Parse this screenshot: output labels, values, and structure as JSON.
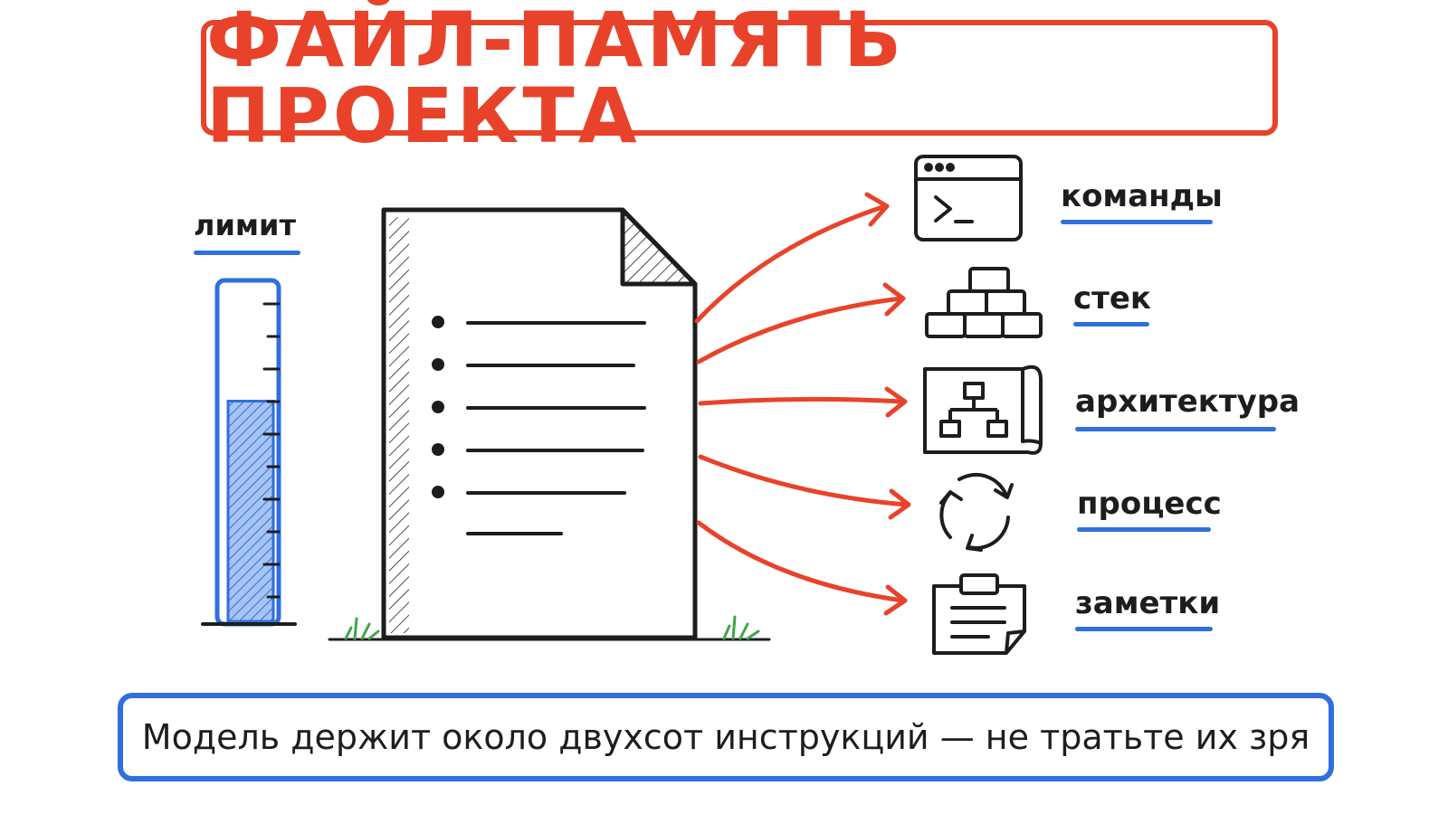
{
  "title": "ФАЙЛ-ПАМЯТЬ ПРОЕКТА",
  "limit_label": "лимит",
  "gauge_fill_fraction": 0.66,
  "items": [
    {
      "label": "команды",
      "icon": "terminal-icon"
    },
    {
      "label": "стек",
      "icon": "bricks-stack-icon"
    },
    {
      "label": "архитектура",
      "icon": "blueprint-icon"
    },
    {
      "label": "процесс",
      "icon": "cycle-icon"
    },
    {
      "label": "заметки",
      "icon": "clipboard-icon"
    }
  ],
  "caption": "Модель держит около двухсот инструкций — не тратьте их зря",
  "colors": {
    "accent_red": "#e8432a",
    "accent_blue": "#2f6fde",
    "ink": "#1d1d1d",
    "grass": "#3fa64a"
  }
}
